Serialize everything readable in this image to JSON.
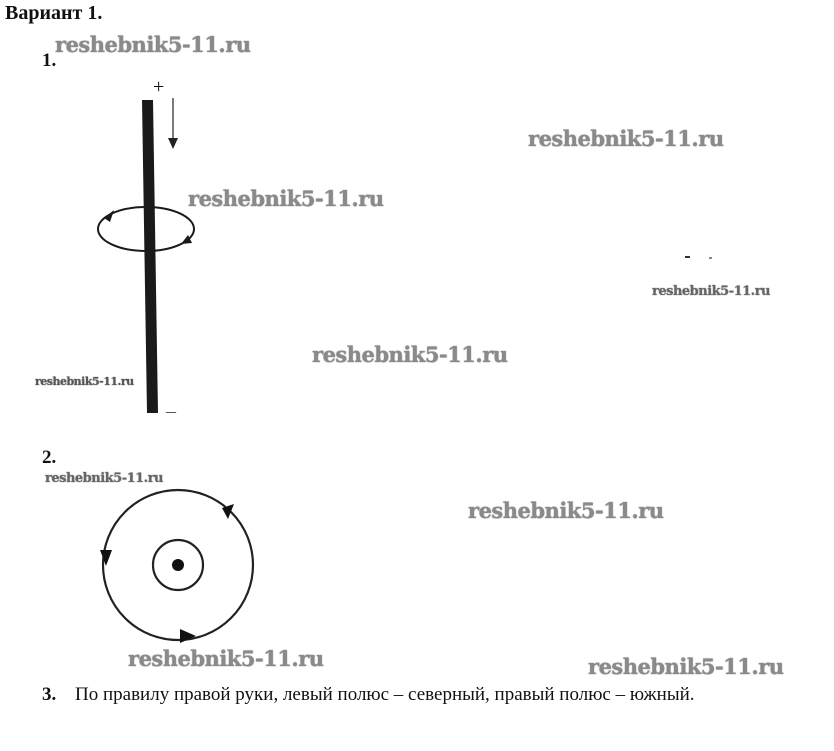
{
  "title": "Вариант 1.",
  "tasks": [
    {
      "number": "1.",
      "pole_plus": "+",
      "pole_minus": "–"
    },
    {
      "number": "2."
    },
    {
      "number": "3.",
      "text": "По правилу правой руки, левый полюс – северный, правый полюс – южный."
    }
  ],
  "watermark": "reshebnik5-11.ru"
}
